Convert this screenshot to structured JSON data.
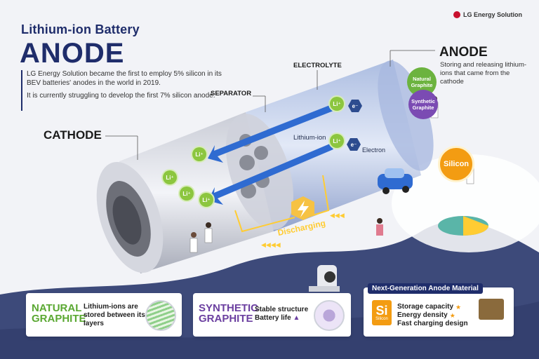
{
  "brand": {
    "name": "LG Energy Solution",
    "logo_color": "#c8102e"
  },
  "header": {
    "subtitle": "Lithium-ion Battery",
    "title": "ANODE"
  },
  "intro": {
    "line1": "LG Energy Solution became the first to employ 5% silicon in its BEV batteries' anodes in the world in 2019.",
    "line2": "It is currently struggling to develop the first 7% silicon anode."
  },
  "labels": {
    "cathode": "CATHODE",
    "anode": "ANODE",
    "anode_desc": "Storing and releasing lithium-ions that came from the cathode",
    "electrolyte": "ELECTROLYTE",
    "separator": "SEPARATOR",
    "lithium_ion": "Lithium-ion",
    "electron": "Electron",
    "discharging": "Discharging",
    "li_symbol": "Li⁺",
    "e_symbol": "e⁻"
  },
  "badges": {
    "natural": "Natural Graphite",
    "synthetic": "Synthetic Graphite",
    "silicon": "Silicon"
  },
  "cards": {
    "natural": {
      "title_1": "NATURAL",
      "title_2": "GRAPHITE",
      "desc": "Lithium-ions are stored between its layers"
    },
    "synthetic": {
      "title_1": "SYNTHETIC",
      "title_2": "GRAPHITE",
      "desc_1": "Stable structure",
      "desc_2": "Battery life"
    },
    "silicon": {
      "section": "Next-Generation Anode Material",
      "symbol": "Si",
      "name": "Silicon",
      "features": [
        "Storage capacity",
        "Energy density",
        "Fast charging design"
      ]
    }
  },
  "colors": {
    "navy": "#1f2d6b",
    "green": "#8cc63f",
    "purple": "#6b3fa0",
    "orange": "#f39c12",
    "bg_dark": "#3d4a7a"
  }
}
